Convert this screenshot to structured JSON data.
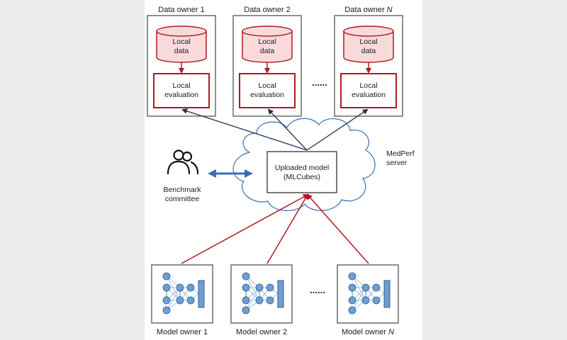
{
  "data_owners": [
    {
      "title": "Data owner 1",
      "data_label": [
        "Local",
        "data"
      ],
      "eval_label": [
        "Local",
        "evaluation"
      ]
    },
    {
      "title": "Data owner 2",
      "data_label": [
        "Local",
        "data"
      ],
      "eval_label": [
        "Local",
        "evaluation"
      ]
    },
    {
      "title_prefix": "Data owner ",
      "title_suffix": "N",
      "data_label": [
        "Local",
        "data"
      ],
      "eval_label": [
        "Local",
        "evaluation"
      ]
    }
  ],
  "ellipsis": "......",
  "server": {
    "name_lines": [
      "MedPerf",
      "server"
    ],
    "model_lines": [
      "Uploaded model",
      "(MLCubes)"
    ]
  },
  "committee": {
    "label_lines": [
      "Benchmark",
      "committee"
    ],
    "icon": "people-icon"
  },
  "model_owners": [
    {
      "title": "Model owner 1",
      "icon": "neural-network-icon"
    },
    {
      "title": "Model owner 2",
      "icon": "neural-network-icon"
    },
    {
      "title_prefix": "Model owner ",
      "title_suffix": "N",
      "icon": "neural-network-icon"
    }
  ],
  "colors": {
    "red": "#b0191e",
    "navy": "#1f3552",
    "blue": "#3a6fb5",
    "node": "#6f9ed0",
    "edge": "#9cc3e6",
    "db_fill": "#f9dada"
  }
}
